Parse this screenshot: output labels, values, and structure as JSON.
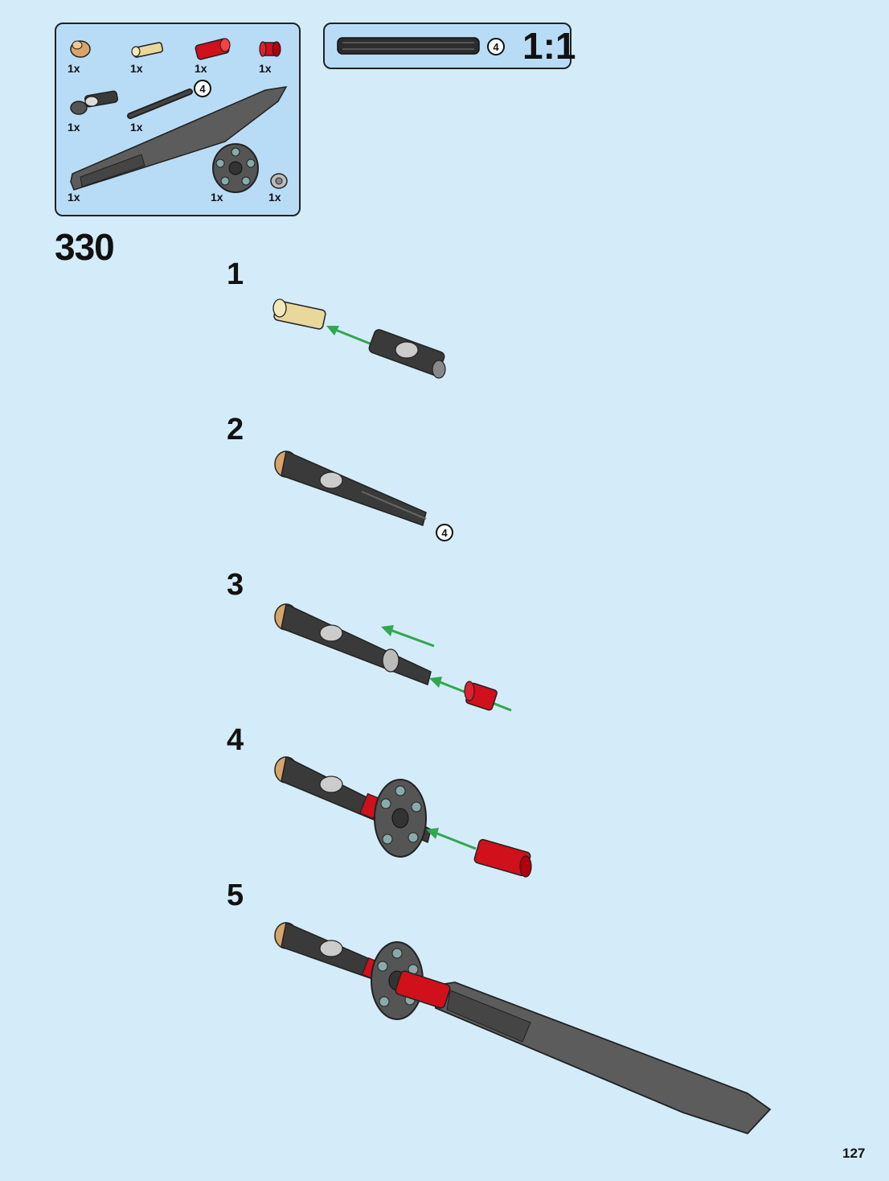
{
  "parts_panel": {
    "qty": [
      "1x",
      "1x",
      "1x",
      "1x",
      "1x",
      "1x",
      "1x",
      "1x",
      "1x"
    ],
    "axle_length": "4"
  },
  "scale_panel": {
    "axle_length": "4",
    "scale_label": "1:1"
  },
  "step_number": "330",
  "substeps": [
    {
      "label": "1"
    },
    {
      "label": "2",
      "badge": "4"
    },
    {
      "label": "3"
    },
    {
      "label": "4"
    },
    {
      "label": "5"
    }
  ],
  "page_number": "127",
  "colors": {
    "background": "#d4ecfa",
    "panel": "#b9dcf6",
    "arrow": "#2fa84f",
    "red_part": "#d0101a",
    "dark_part": "#3a3a3a",
    "tan_part": "#e9d79c",
    "orange_part": "#d8a46a"
  }
}
